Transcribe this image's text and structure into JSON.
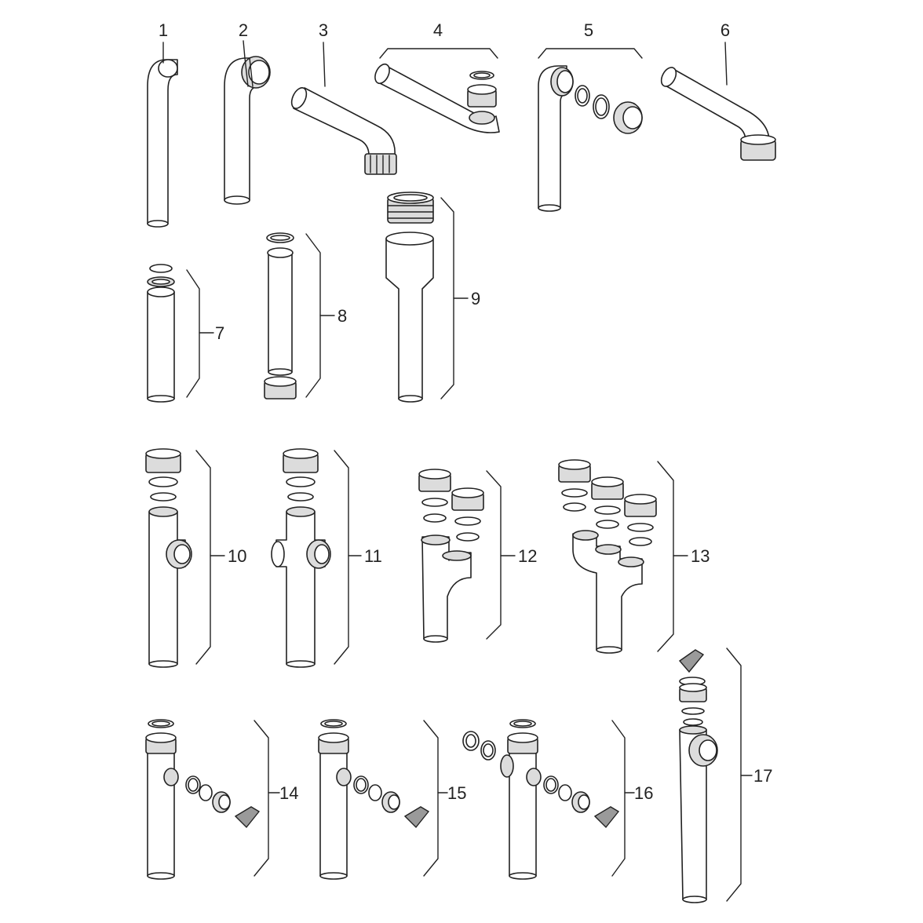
{
  "callouts": [
    "1",
    "2",
    "3",
    "4",
    "5",
    "6",
    "7",
    "8",
    "9",
    "10",
    "11",
    "12",
    "13",
    "14",
    "15",
    "16",
    "17"
  ],
  "colors": {
    "line": "#222222",
    "fill": "#ffffff",
    "shade": "#dcdcdc",
    "dark": "#9a9a9a"
  }
}
